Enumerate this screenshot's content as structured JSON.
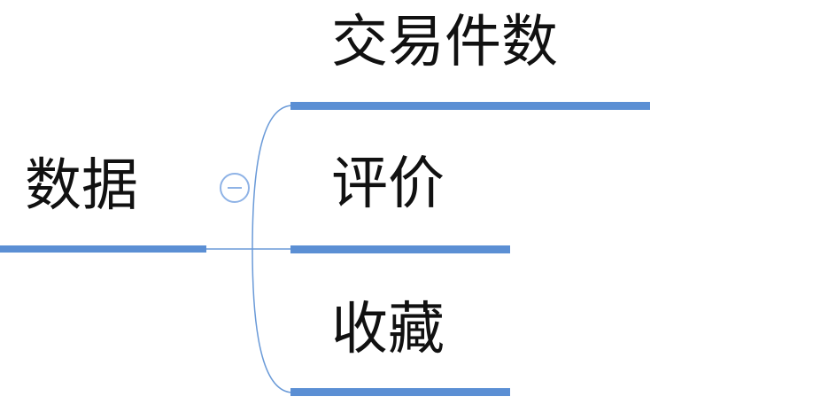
{
  "mindmap": {
    "root": {
      "label": "数据",
      "collapse_symbol": "−"
    },
    "children": [
      {
        "label": "交易件数"
      },
      {
        "label": "评价"
      },
      {
        "label": "收藏"
      }
    ]
  },
  "colors": {
    "underline": "#5b8fd4",
    "connector": "#6a9ad8",
    "toggle_stroke": "#8fb3e6",
    "text": "#111111"
  }
}
